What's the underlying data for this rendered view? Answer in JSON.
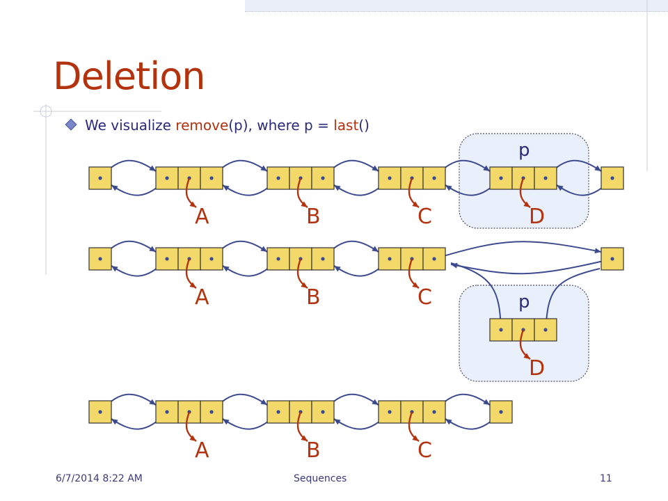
{
  "slide": {
    "title": "Deletion",
    "bullet": {
      "prefix": "We visualize ",
      "func": "remove",
      "args": "(p), where p = ",
      "call": "last",
      "parens": "()"
    },
    "colors": {
      "accent": "#b4330f",
      "text": "#2a2a7a",
      "node_fill": "#f3d86a",
      "node_stroke": "#333333",
      "link": "#3d4a8f",
      "element_arrow": "#b4330f",
      "highlight": "#eaf0fb"
    }
  },
  "diagram": {
    "pointer_label": "p",
    "rows": [
      {
        "elements": [
          "A",
          "B",
          "C",
          "D"
        ],
        "pointer_on": "D"
      },
      {
        "elements": [
          "A",
          "B",
          "C"
        ],
        "detached": "D"
      },
      {
        "elements": [
          "A",
          "B",
          "C"
        ]
      }
    ]
  },
  "footer": {
    "date": "6/7/2014 8:22 AM",
    "section": "Sequences",
    "page": "11"
  }
}
